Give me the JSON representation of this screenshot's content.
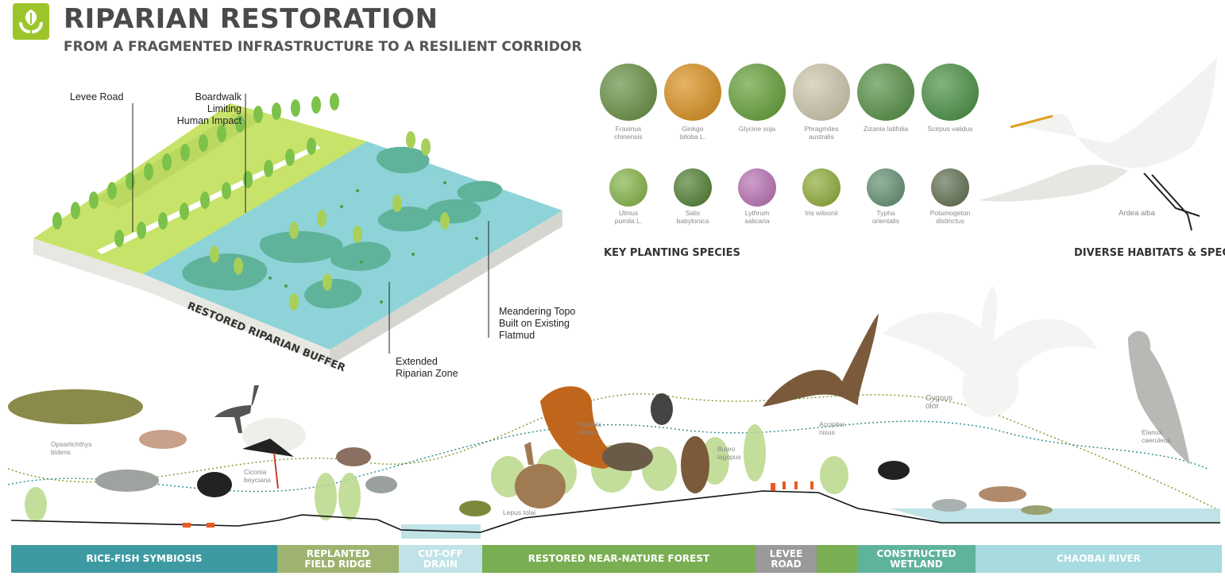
{
  "header": {
    "title": "RIPARIAN RESTORATION",
    "subtitle": "FROM A FRAGMENTED INFRASTRUCTURE TO A RESILIENT CORRIDOR"
  },
  "axonometric": {
    "callouts": {
      "levee_road": "Levee Road",
      "boardwalk": "Boardwalk Limiting\nHuman Impact",
      "meandering": "Meandering Topo\nBuilt on Existing\nFlatmud",
      "extended": "Extended\nRiparian Zone"
    },
    "buffer_label": "RESTORED RIPARIAN BUFFER"
  },
  "planting": {
    "heading": "KEY PLANTING SPECIES",
    "row1": [
      {
        "name": "Fraxinus\nchinensis",
        "color": "#5f8a3a"
      },
      {
        "name": "Ginkgo\nbiloba L.",
        "color": "#d68a14"
      },
      {
        "name": "Glycine soja",
        "color": "#5d9a2e"
      },
      {
        "name": "Phragmites\naustralis",
        "color": "#c8c2a6"
      },
      {
        "name": "Zizania latifolia",
        "color": "#4e8a3c"
      },
      {
        "name": "Scirpus validus",
        "color": "#3f8a3a"
      }
    ],
    "row2": [
      {
        "name": "Ulmus\npumila L.",
        "color": "#7fb040"
      },
      {
        "name": "Salix\nbabylonica",
        "color": "#4a7a2a"
      },
      {
        "name": "Lythrum\nsalicaria",
        "color": "#b46ab0"
      },
      {
        "name": "Iris wilsonii",
        "color": "#8aa830"
      },
      {
        "name": "Typha\norientalis",
        "color": "#5c8a6a"
      },
      {
        "name": "Potamogeton\ndistinctus",
        "color": "#5a6a4a"
      }
    ]
  },
  "habitats": {
    "heading": "DIVERSE HABITATS & SPECIES",
    "featured": "Ardea alba"
  },
  "section_species": {
    "opsariichthys": "Opsariichthys\nbidens",
    "ciconia": "Ciconia\nboyciana",
    "mustela": "Mustela\nsibirica",
    "buteo": "Buteo\nlagopus",
    "lepus": "Lepus tolai",
    "accipiter": "Accipiter\nnisus",
    "cygnus": "Cygnus\nolor",
    "elanus": "Elanus\ncaeruleus"
  },
  "zones": [
    {
      "label": "RICE-FISH SYMBIOSIS",
      "color": "#3e9aa2"
    },
    {
      "label": "REPLANTED\nFIELD RIDGE",
      "color": "#9db36f"
    },
    {
      "label": "CUT-OFF\nDRAIN",
      "color": "#bfe3e6"
    },
    {
      "label": "RESTORED NEAR-NATURE FOREST",
      "color": "#7aae52"
    },
    {
      "label": "LEVEE\nROAD",
      "color": "#9a9a9a"
    },
    {
      "label": "",
      "color": "#7aae52"
    },
    {
      "label": "CONSTRUCTED\nWETLAND",
      "color": "#5fb39b"
    },
    {
      "label": "CHAOBAI RIVER",
      "color": "#a7dbe0"
    }
  ]
}
